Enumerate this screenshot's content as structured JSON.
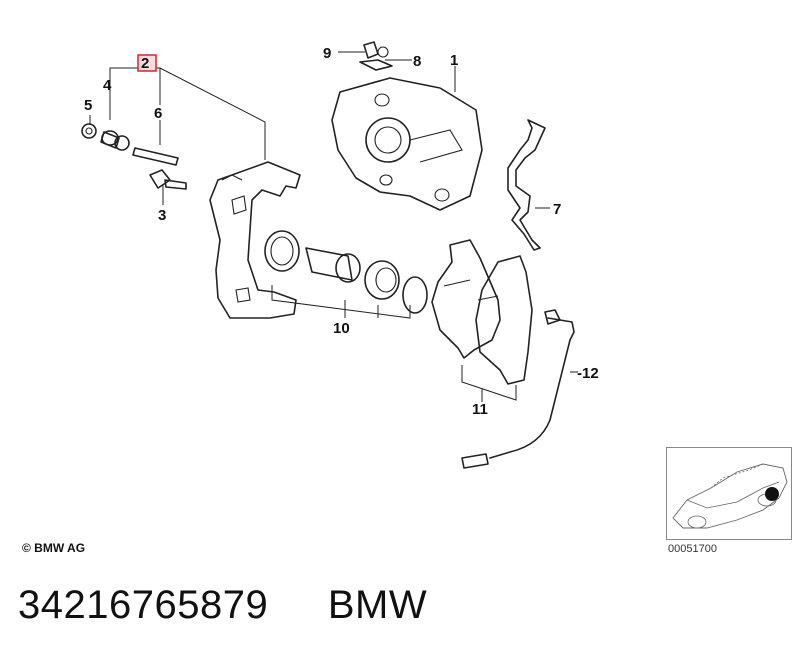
{
  "callouts": {
    "c1": "1",
    "c2": "2",
    "c3": "3",
    "c4": "4",
    "c5": "5",
    "c6": "6",
    "c7": "7",
    "c8": "8",
    "c9": "9",
    "c10": "10",
    "c11": "11",
    "c12": "-12"
  },
  "copyright": "© BMW AG",
  "diagram_code": "00051700",
  "footer": {
    "part_number": "34216765879",
    "brand": "BMW"
  },
  "colors": {
    "highlight": "#d9222a",
    "line": "#222222"
  }
}
